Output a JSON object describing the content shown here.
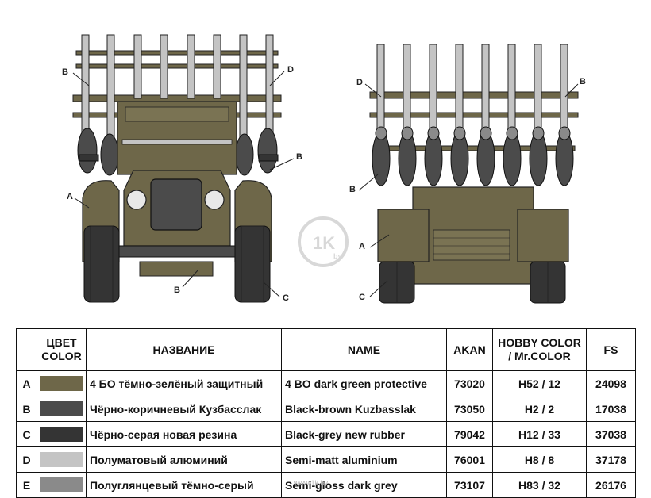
{
  "callouts": {
    "front": [
      {
        "letter": "B"
      },
      {
        "letter": "D"
      },
      {
        "letter": "B"
      },
      {
        "letter": "A"
      },
      {
        "letter": "B"
      },
      {
        "letter": "C"
      }
    ],
    "rear": [
      {
        "letter": "D"
      },
      {
        "letter": "B"
      },
      {
        "letter": "B"
      },
      {
        "letter": "A"
      },
      {
        "letter": "C"
      }
    ]
  },
  "watermark": {
    "logo_text": "1K",
    "sub_text": "by",
    "footer": "www.1k.by"
  },
  "table": {
    "headers": {
      "letter": "",
      "color_line1": "ЦВЕТ",
      "color_line2": "COLOR",
      "name_ru": "НАЗВАНИЕ",
      "name_en": "NAME",
      "akan": "AKAN",
      "hobby_line1": "HOBBY COLOR",
      "hobby_line2": "/ Mr.COLOR",
      "fs": "FS"
    },
    "rows": [
      {
        "letter": "A",
        "swatch": "#6e6749",
        "name_ru": "4 БО тёмно-зелёный защитный",
        "name_en": "4 BO dark green protective",
        "akan": "73020",
        "hobby": "H52 / 12",
        "fs": "24098"
      },
      {
        "letter": "B",
        "swatch": "#4b4b4b",
        "name_ru": "Чёрно-коричневый Кузбасслак",
        "name_en": "Black-brown Kuzbasslak",
        "akan": "73050",
        "hobby": "H2 / 2",
        "fs": "17038"
      },
      {
        "letter": "C",
        "swatch": "#343434",
        "name_ru": "Чёрно-серая новая резина",
        "name_en": "Black-grey new rubber",
        "akan": "79042",
        "hobby": "H12 / 33",
        "fs": "37038"
      },
      {
        "letter": "D",
        "swatch": "#c4c4c4",
        "name_ru": "Полуматовый алюминий",
        "name_en": "Semi-matt aluminium",
        "akan": "76001",
        "hobby": "H8 / 8",
        "fs": "37178"
      },
      {
        "letter": "E",
        "swatch": "#8a8a8a",
        "name_ru": "Полуглянцевый тёмно-серый",
        "name_en": "Semi-gloss dark grey",
        "akan": "73107",
        "hobby": "H83 / 32",
        "fs": "26176"
      }
    ]
  }
}
